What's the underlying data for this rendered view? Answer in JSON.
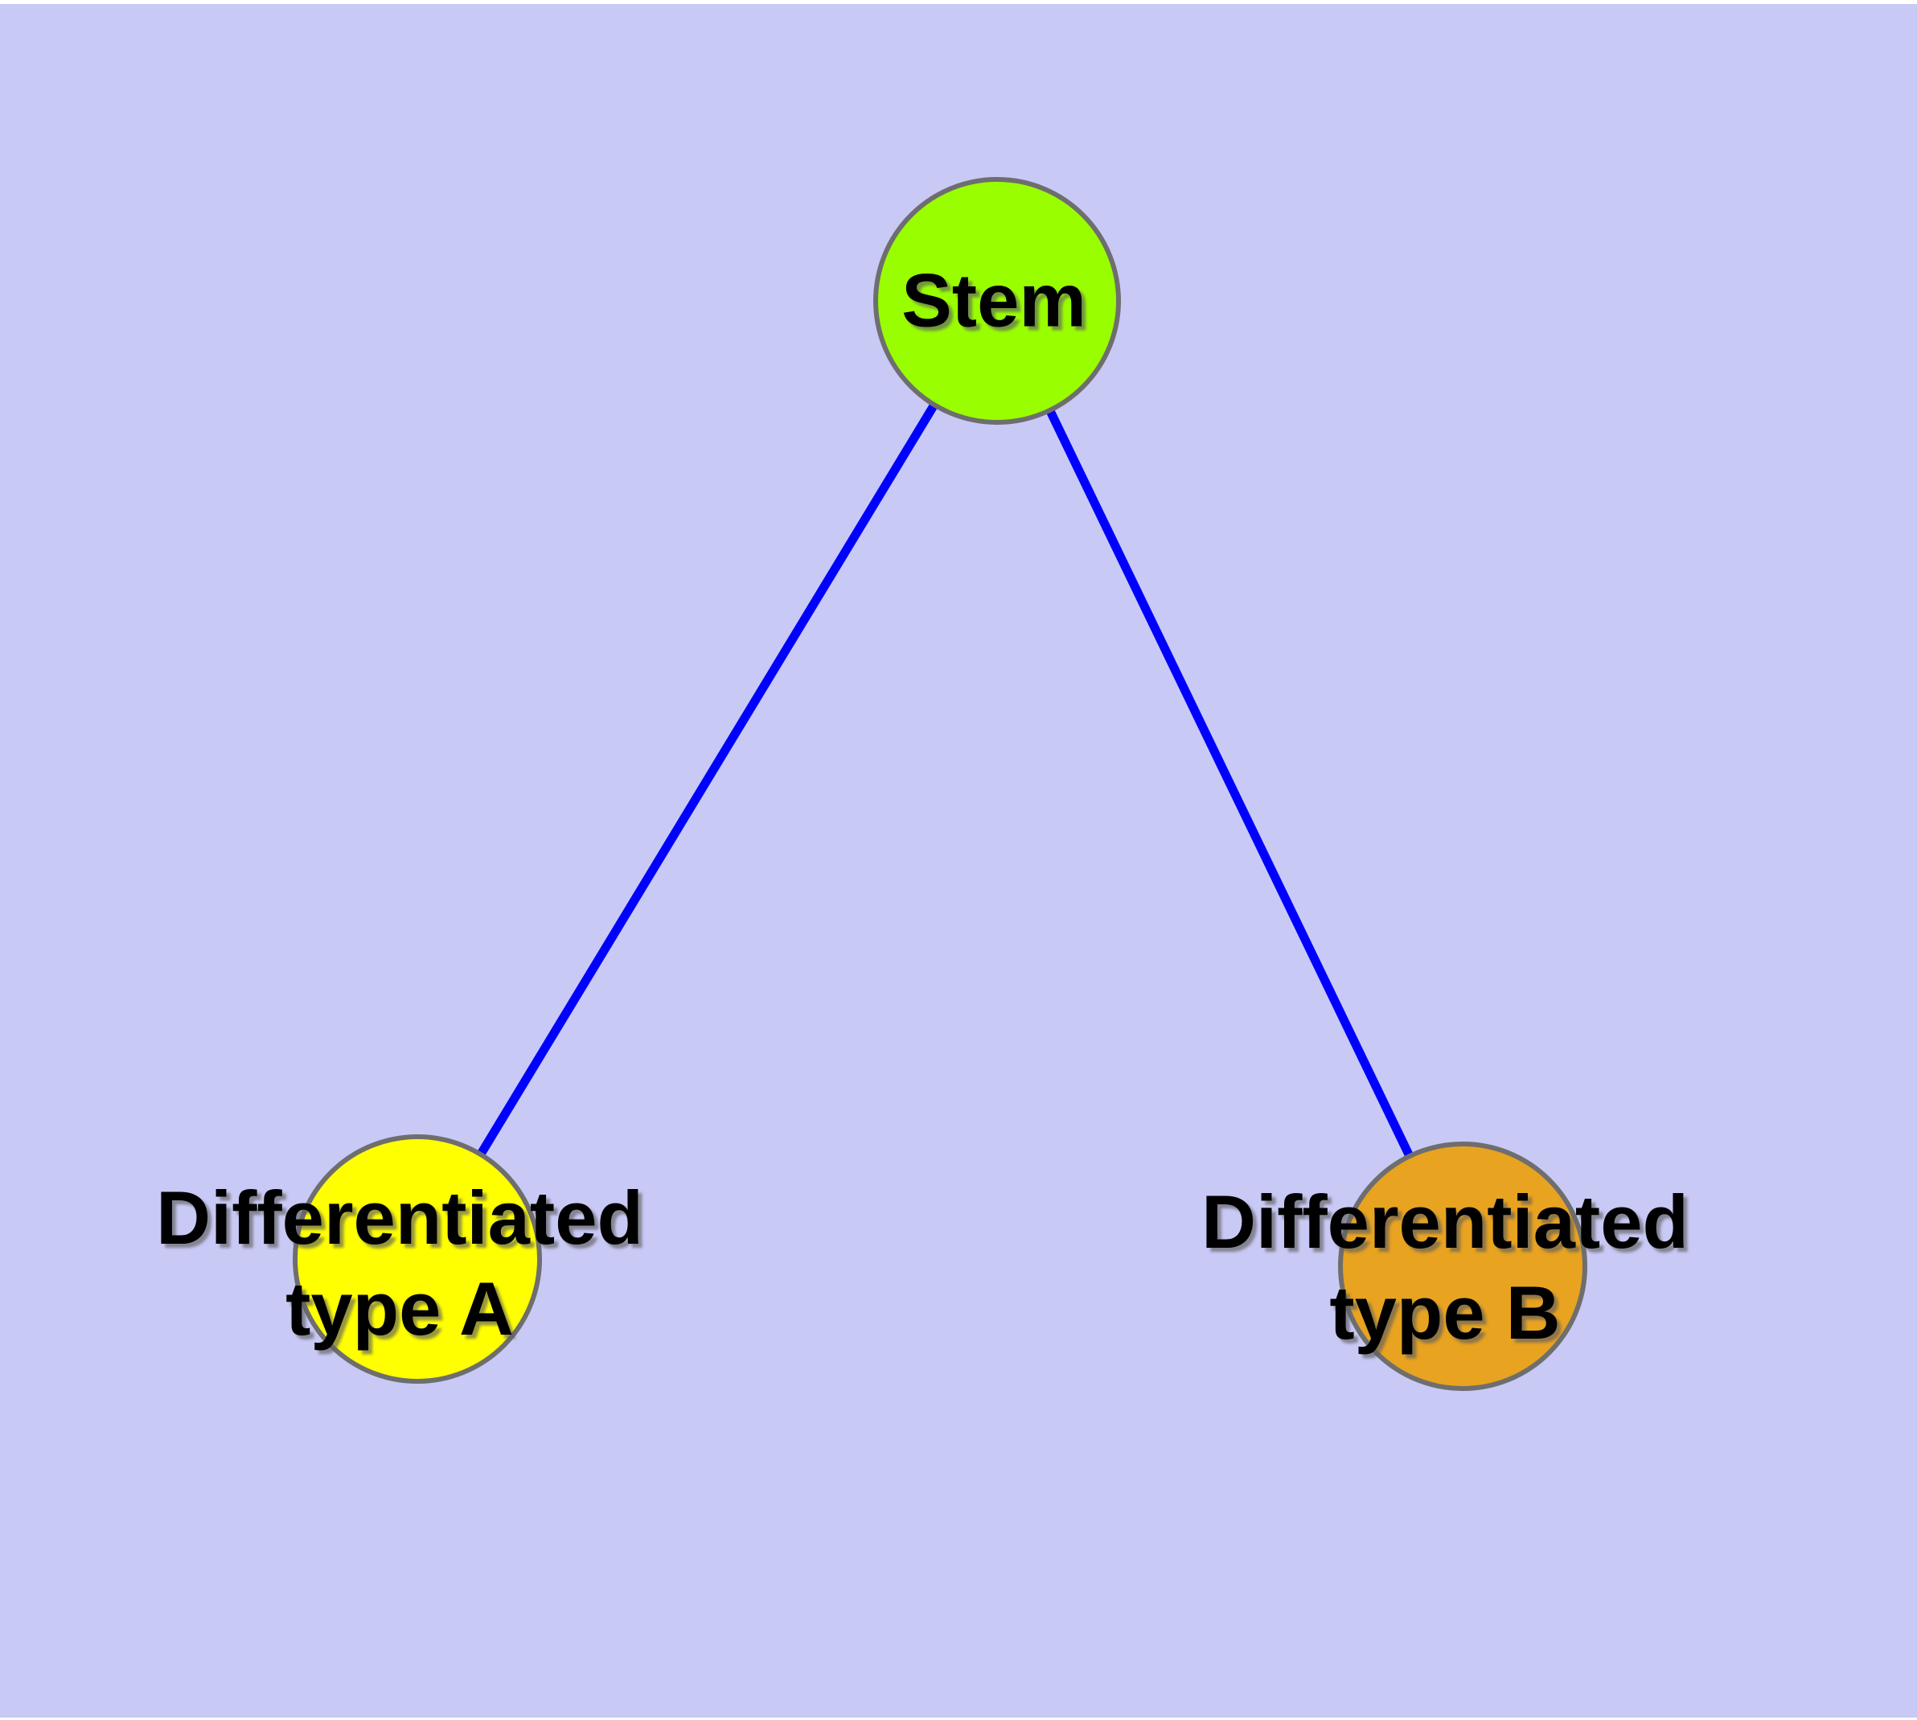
{
  "diagram": {
    "type": "node-link-graph",
    "background_color": "#C9C9F6",
    "edge_color": "#0000FF",
    "node_border_color": "#6E6E6E",
    "label_color": "#000000",
    "nodes": [
      {
        "id": "stem",
        "label": "Stem",
        "lines": [
          "Stem"
        ],
        "fill": "#99FF00"
      },
      {
        "id": "differentiated-type-a",
        "label": "Differentiated type A",
        "lines": [
          "Differentiated",
          "type A"
        ],
        "fill": "#FFFF00"
      },
      {
        "id": "differentiated-type-b",
        "label": "Differentiated type B",
        "lines": [
          "Differentiated",
          "type B"
        ],
        "fill": "#E8A320"
      }
    ],
    "edges": [
      {
        "from": "stem",
        "to": "differentiated-type-a"
      },
      {
        "from": "stem",
        "to": "differentiated-type-b"
      }
    ]
  }
}
